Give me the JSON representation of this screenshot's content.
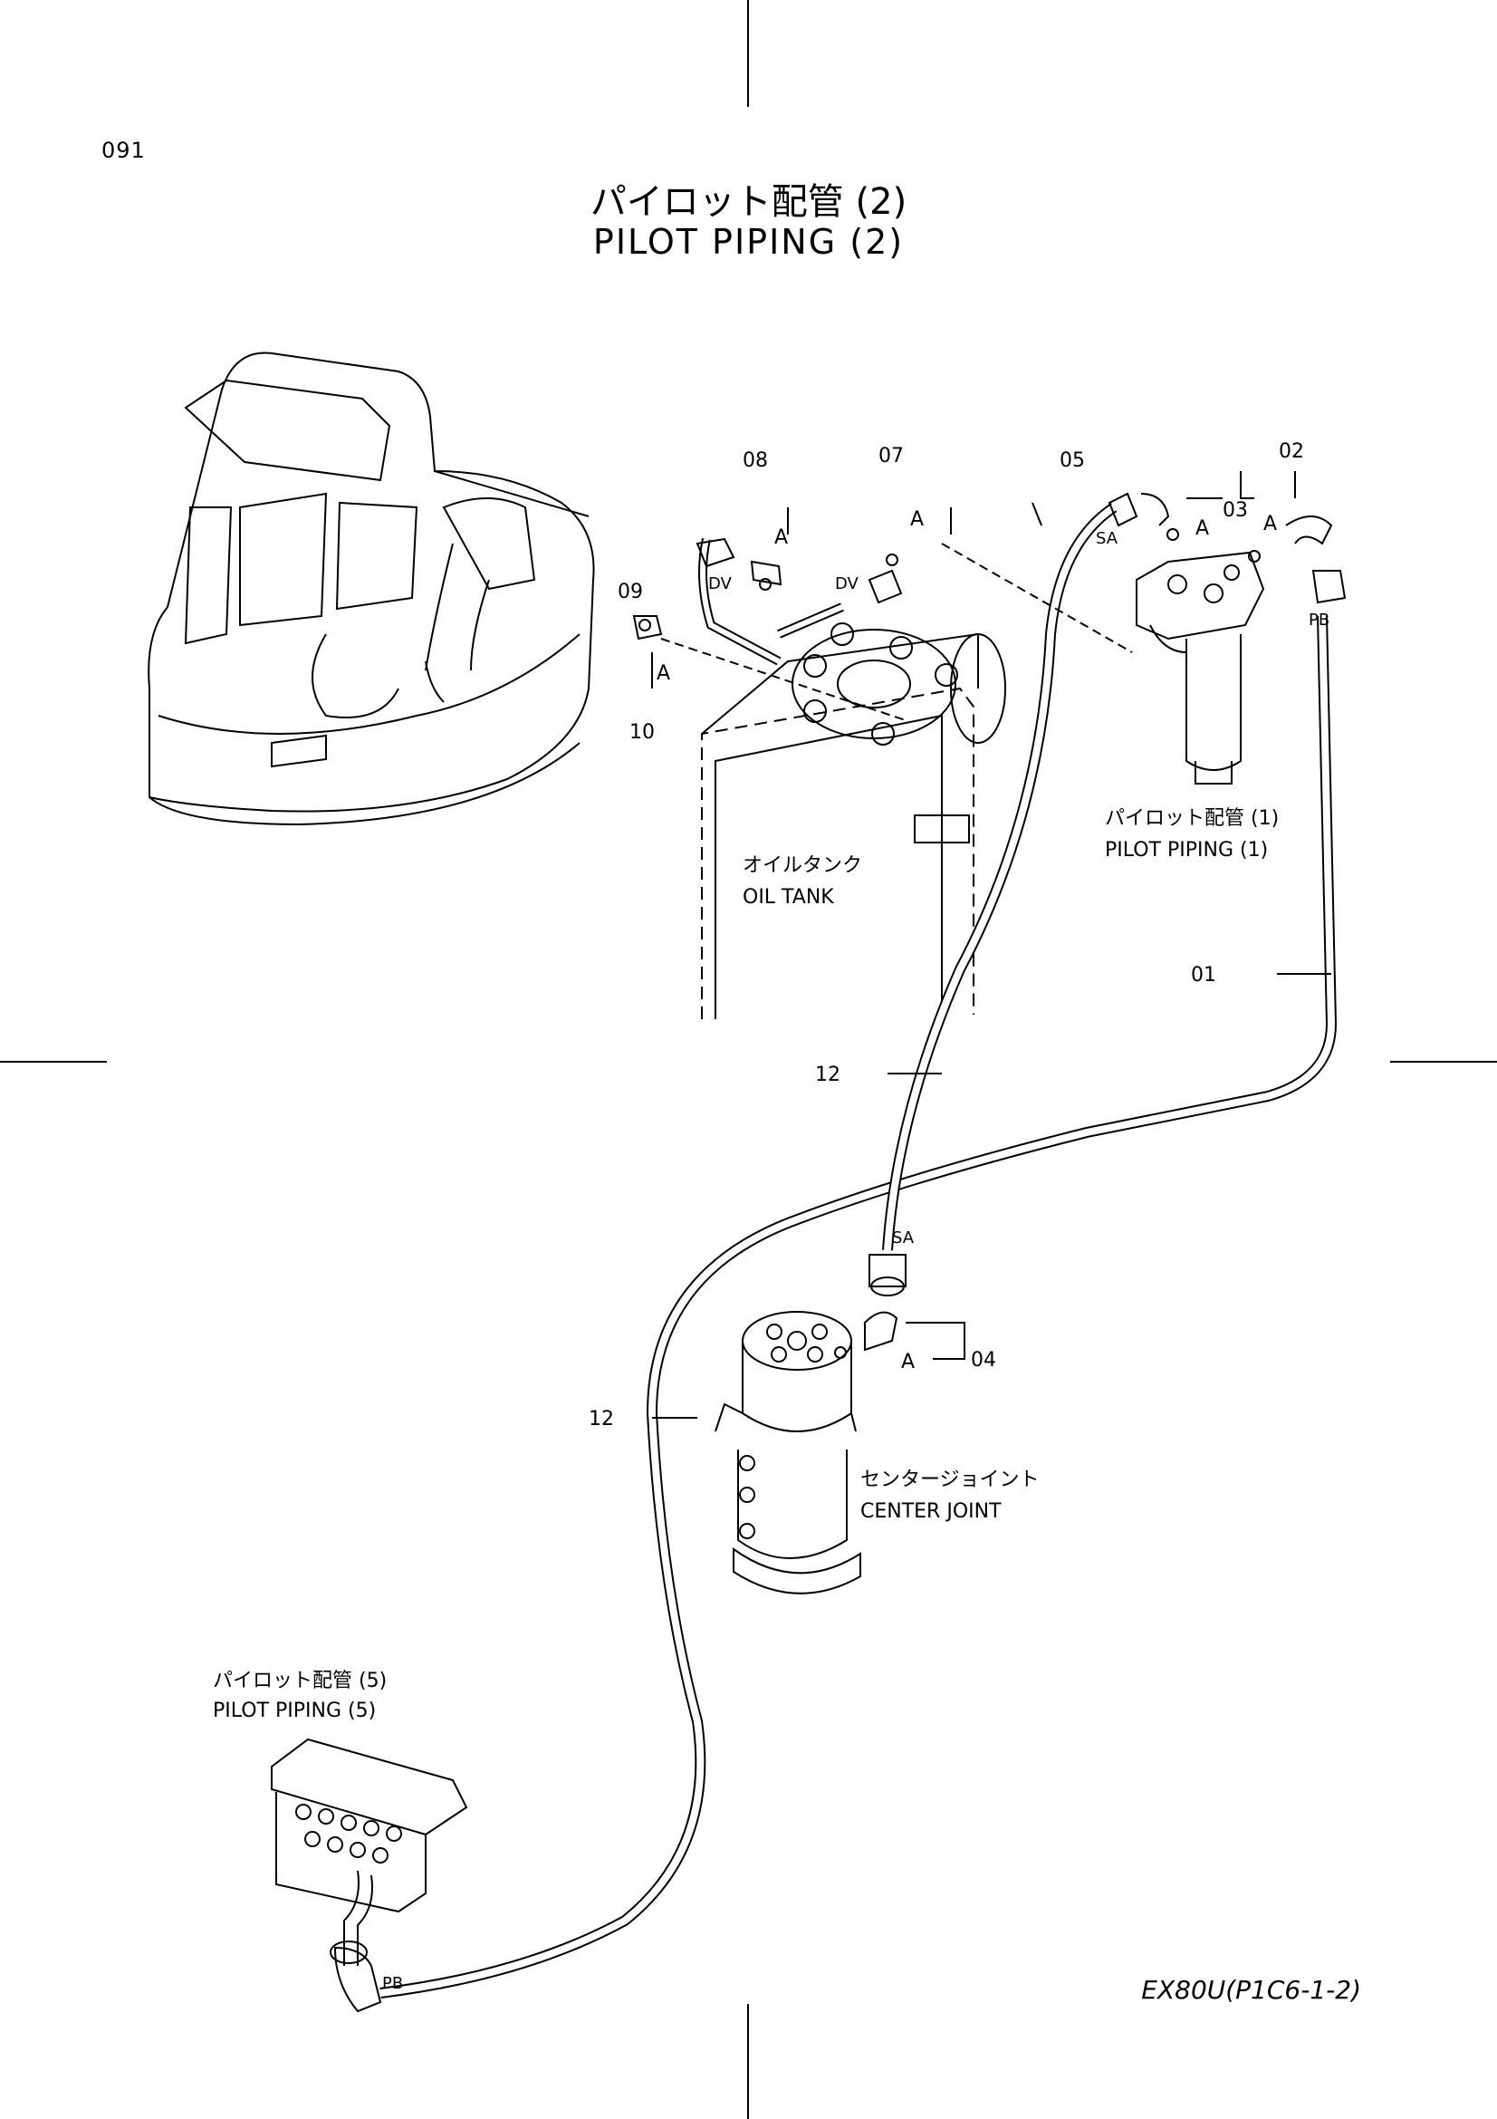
{
  "page_number": "091",
  "title_jp": "パイロット配管 (2)",
  "title_en": "PILOT PIPING (2)",
  "reference": "EX80U(P1C6-1-2)",
  "part_numbers": {
    "p01": "01",
    "p02": "02",
    "p03": "03",
    "p04": "04",
    "p05": "05",
    "p07": "07",
    "p08": "08",
    "p09": "09",
    "p10": "10",
    "p12a": "12",
    "p12b": "12"
  },
  "letters": {
    "a": "A",
    "dv": "DV",
    "sa": "SA",
    "pb": "PB"
  },
  "callouts": {
    "pilot1_jp": "パイロット配管 (1)",
    "pilot1_en": "PILOT PIPING (1)",
    "oiltank_jp": "オイルタンク",
    "oiltank_en": "OIL TANK",
    "center_jp": "センタージョイント",
    "center_en": "CENTER JOINT",
    "pilot5_jp": "パイロット配管 (5)",
    "pilot5_en": "PILOT PIPING (5)"
  }
}
